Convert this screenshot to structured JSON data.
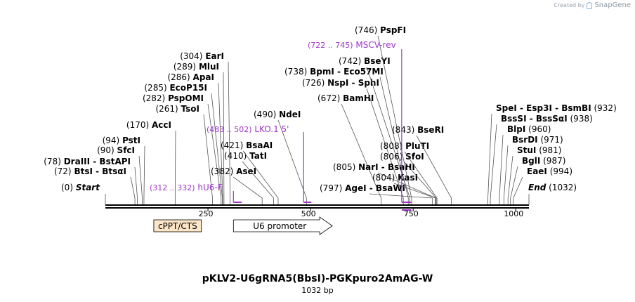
{
  "credit": {
    "prefix": "Created by",
    "brand": "SnapGene"
  },
  "title": "pKLV2-U6gRNA5(BbsI)-PGKpuro2AmAG-W",
  "length_label": "1032 bp",
  "sequence_length": 1032,
  "backbone": {
    "color": "#000000"
  },
  "ticks": [
    {
      "pos": 250,
      "label": "250"
    },
    {
      "pos": 500,
      "label": "500"
    },
    {
      "pos": 750,
      "label": "750"
    },
    {
      "pos": 1000,
      "label": "1000"
    }
  ],
  "ends": [
    {
      "name": "Start",
      "pos": 0,
      "coord": "(0)",
      "side": "left"
    },
    {
      "name": "End",
      "pos": 1032,
      "coord": "(1032)",
      "side": "right"
    }
  ],
  "sites": [
    {
      "name": "BtsI  - BtsαI",
      "pos": 72,
      "coord": "(72)",
      "side": "left"
    },
    {
      "name": "DraIII  - BstAPI",
      "pos": 78,
      "coord": "(78)",
      "side": "left"
    },
    {
      "name": "SfcI",
      "pos": 90,
      "coord": "(90)",
      "side": "left"
    },
    {
      "name": "PstI",
      "pos": 94,
      "coord": "(94)",
      "side": "left"
    },
    {
      "name": "AccI",
      "pos": 170,
      "coord": "(170)",
      "side": "left"
    },
    {
      "name": "TsoI",
      "pos": 261,
      "coord": "(261)",
      "side": "left"
    },
    {
      "name": "PspOMI",
      "pos": 282,
      "coord": "(282)",
      "side": "left"
    },
    {
      "name": "EcoP15I",
      "pos": 285,
      "coord": "(285)",
      "side": "left"
    },
    {
      "name": "ApaI",
      "pos": 286,
      "coord": "(286)",
      "side": "left"
    },
    {
      "name": "MluI",
      "pos": 289,
      "coord": "(289)",
      "side": "left"
    },
    {
      "name": "EarI",
      "pos": 304,
      "coord": "(304)",
      "side": "left"
    },
    {
      "name": "AseI",
      "pos": 382,
      "coord": "(382)",
      "side": "right"
    },
    {
      "name": "TatI",
      "pos": 410,
      "coord": "(410)",
      "side": "right"
    },
    {
      "name": "BsaAI",
      "pos": 421,
      "coord": "(421)",
      "side": "right"
    },
    {
      "name": "NdeI",
      "pos": 490,
      "coord": "(490)",
      "side": "right"
    },
    {
      "name": "BamHI",
      "pos": 672,
      "coord": "(672)",
      "side": "right"
    },
    {
      "name": "SphI",
      "pos": 726,
      "coord": "(726)",
      "side": "right",
      "prefix": "NspI  - "
    },
    {
      "name": "Eco57MI",
      "pos": 738,
      "coord": "(738)",
      "side": "right",
      "prefix": "BpmI  - "
    },
    {
      "name": "BseYI",
      "pos": 742,
      "coord": "(742)",
      "side": "right"
    },
    {
      "name": "PspFI",
      "pos": 746,
      "coord": "(746)",
      "side": "right"
    },
    {
      "name": "AgeI  - BsaWI",
      "pos": 797,
      "coord": "(797)",
      "side": "right"
    },
    {
      "name": "KasI",
      "pos": 804,
      "coord": "(804)",
      "side": "right"
    },
    {
      "name": "NarI  - BsaHI",
      "pos": 805,
      "coord": "(805)",
      "side": "right"
    },
    {
      "name": "SfoI",
      "pos": 806,
      "coord": "(806)",
      "side": "right"
    },
    {
      "name": "PluTI",
      "pos": 808,
      "coord": "(808)",
      "side": "right"
    },
    {
      "name": "BseRI",
      "pos": 843,
      "coord": "(843)",
      "side": "right"
    },
    {
      "name": "EaeI",
      "pos": 994,
      "coord": "(994)",
      "side": "left"
    },
    {
      "name": "BglI",
      "pos": 987,
      "coord": "(987)",
      "side": "left"
    },
    {
      "name": "StuI",
      "pos": 981,
      "coord": "(981)",
      "side": "left"
    },
    {
      "name": "BsrDI",
      "pos": 971,
      "coord": "(971)",
      "side": "left"
    },
    {
      "name": "BlpI",
      "pos": 960,
      "coord": "(960)",
      "side": "left"
    },
    {
      "name": "BssSI  - BssSαI",
      "pos": 938,
      "coord": "(938)",
      "side": "left"
    },
    {
      "name": "SpeI  - Esp3I  - BsmBI",
      "pos": 932,
      "coord": "(932)",
      "side": "left"
    }
  ],
  "primers": [
    {
      "name": "hU6-F",
      "range": "(312 .. 332)",
      "start": 312,
      "end": 332,
      "color": "#9d36c8"
    },
    {
      "name": "LKO.1 5'",
      "range": "(483 .. 502)",
      "start": 483,
      "end": 502,
      "color": "#9d36c8"
    },
    {
      "name": "MSCV-rev",
      "range": "(722 .. 745)",
      "start": 722,
      "end": 745,
      "color": "#9d36c8"
    }
  ],
  "features": [
    {
      "name": "cPPT/CTS",
      "start": 118,
      "end": 234,
      "type": "box",
      "color": "#fde6c7"
    },
    {
      "name": "U6 promoter",
      "start": 312,
      "end": 553,
      "type": "arrow",
      "color": "#ffffff"
    }
  ]
}
